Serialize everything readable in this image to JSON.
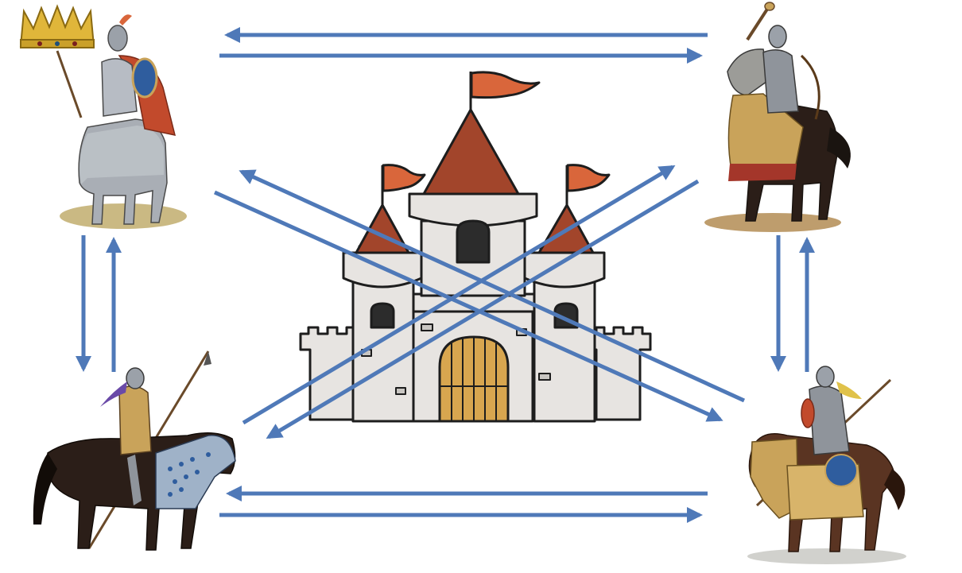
{
  "figures": {
    "king": "crowned-mounted-knight",
    "top_right": "mounted-archer-scale-armor",
    "bottom_left": "mounted-lancer-dark-horse",
    "bottom_right": "mounted-spearman-caparisoned-horse",
    "center": "castle"
  },
  "colors": {
    "arrow": "#4f79b8",
    "castle_stone": "#e7e4e1",
    "castle_outline": "#1d1d1d",
    "roof": "#a2452b",
    "flag": "#d9663b",
    "door": "#d8a64f",
    "crown": "#e0b63a",
    "mail": "#b7bcc4",
    "scale_gold": "#c9a35a",
    "horse_dark": "#2b1e18",
    "horse_grey": "#9c9c98",
    "horse_brown": "#5a3422",
    "cloak": "#c24a2c",
    "ground": "#a87c3c"
  }
}
